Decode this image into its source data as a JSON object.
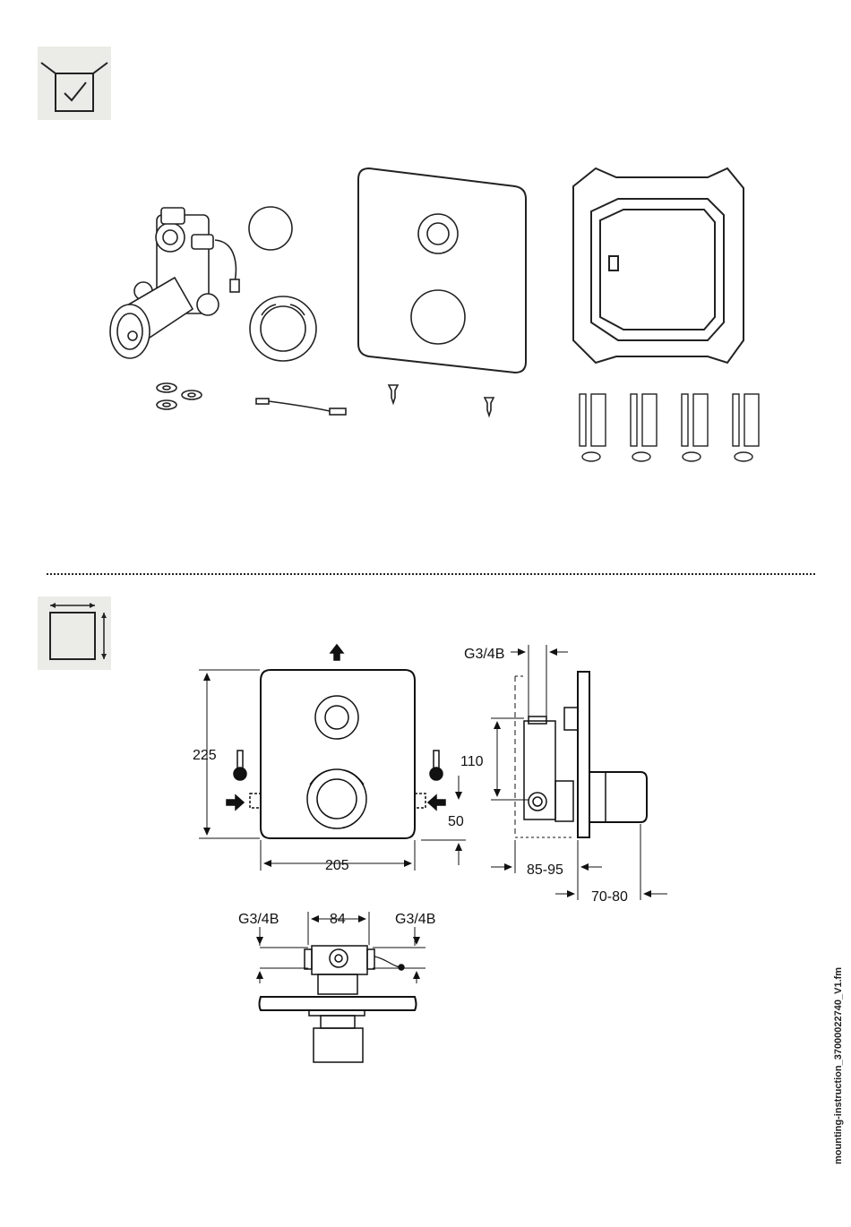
{
  "icons": {
    "scope": "box-checkmark-icon",
    "dimensions": "dimension-square-icon"
  },
  "dimensions": {
    "height": "225",
    "width": "205",
    "offset": "50",
    "valve_spacing": "110",
    "thread_top": "G3/4B",
    "depth_range": "85-95",
    "projection_range": "70-80",
    "thread_left": "G3/4B",
    "center_distance": "84",
    "thread_right": "G3/4B"
  },
  "footer": {
    "filename": "mounting-instruction_37000022740_V1.fm"
  }
}
